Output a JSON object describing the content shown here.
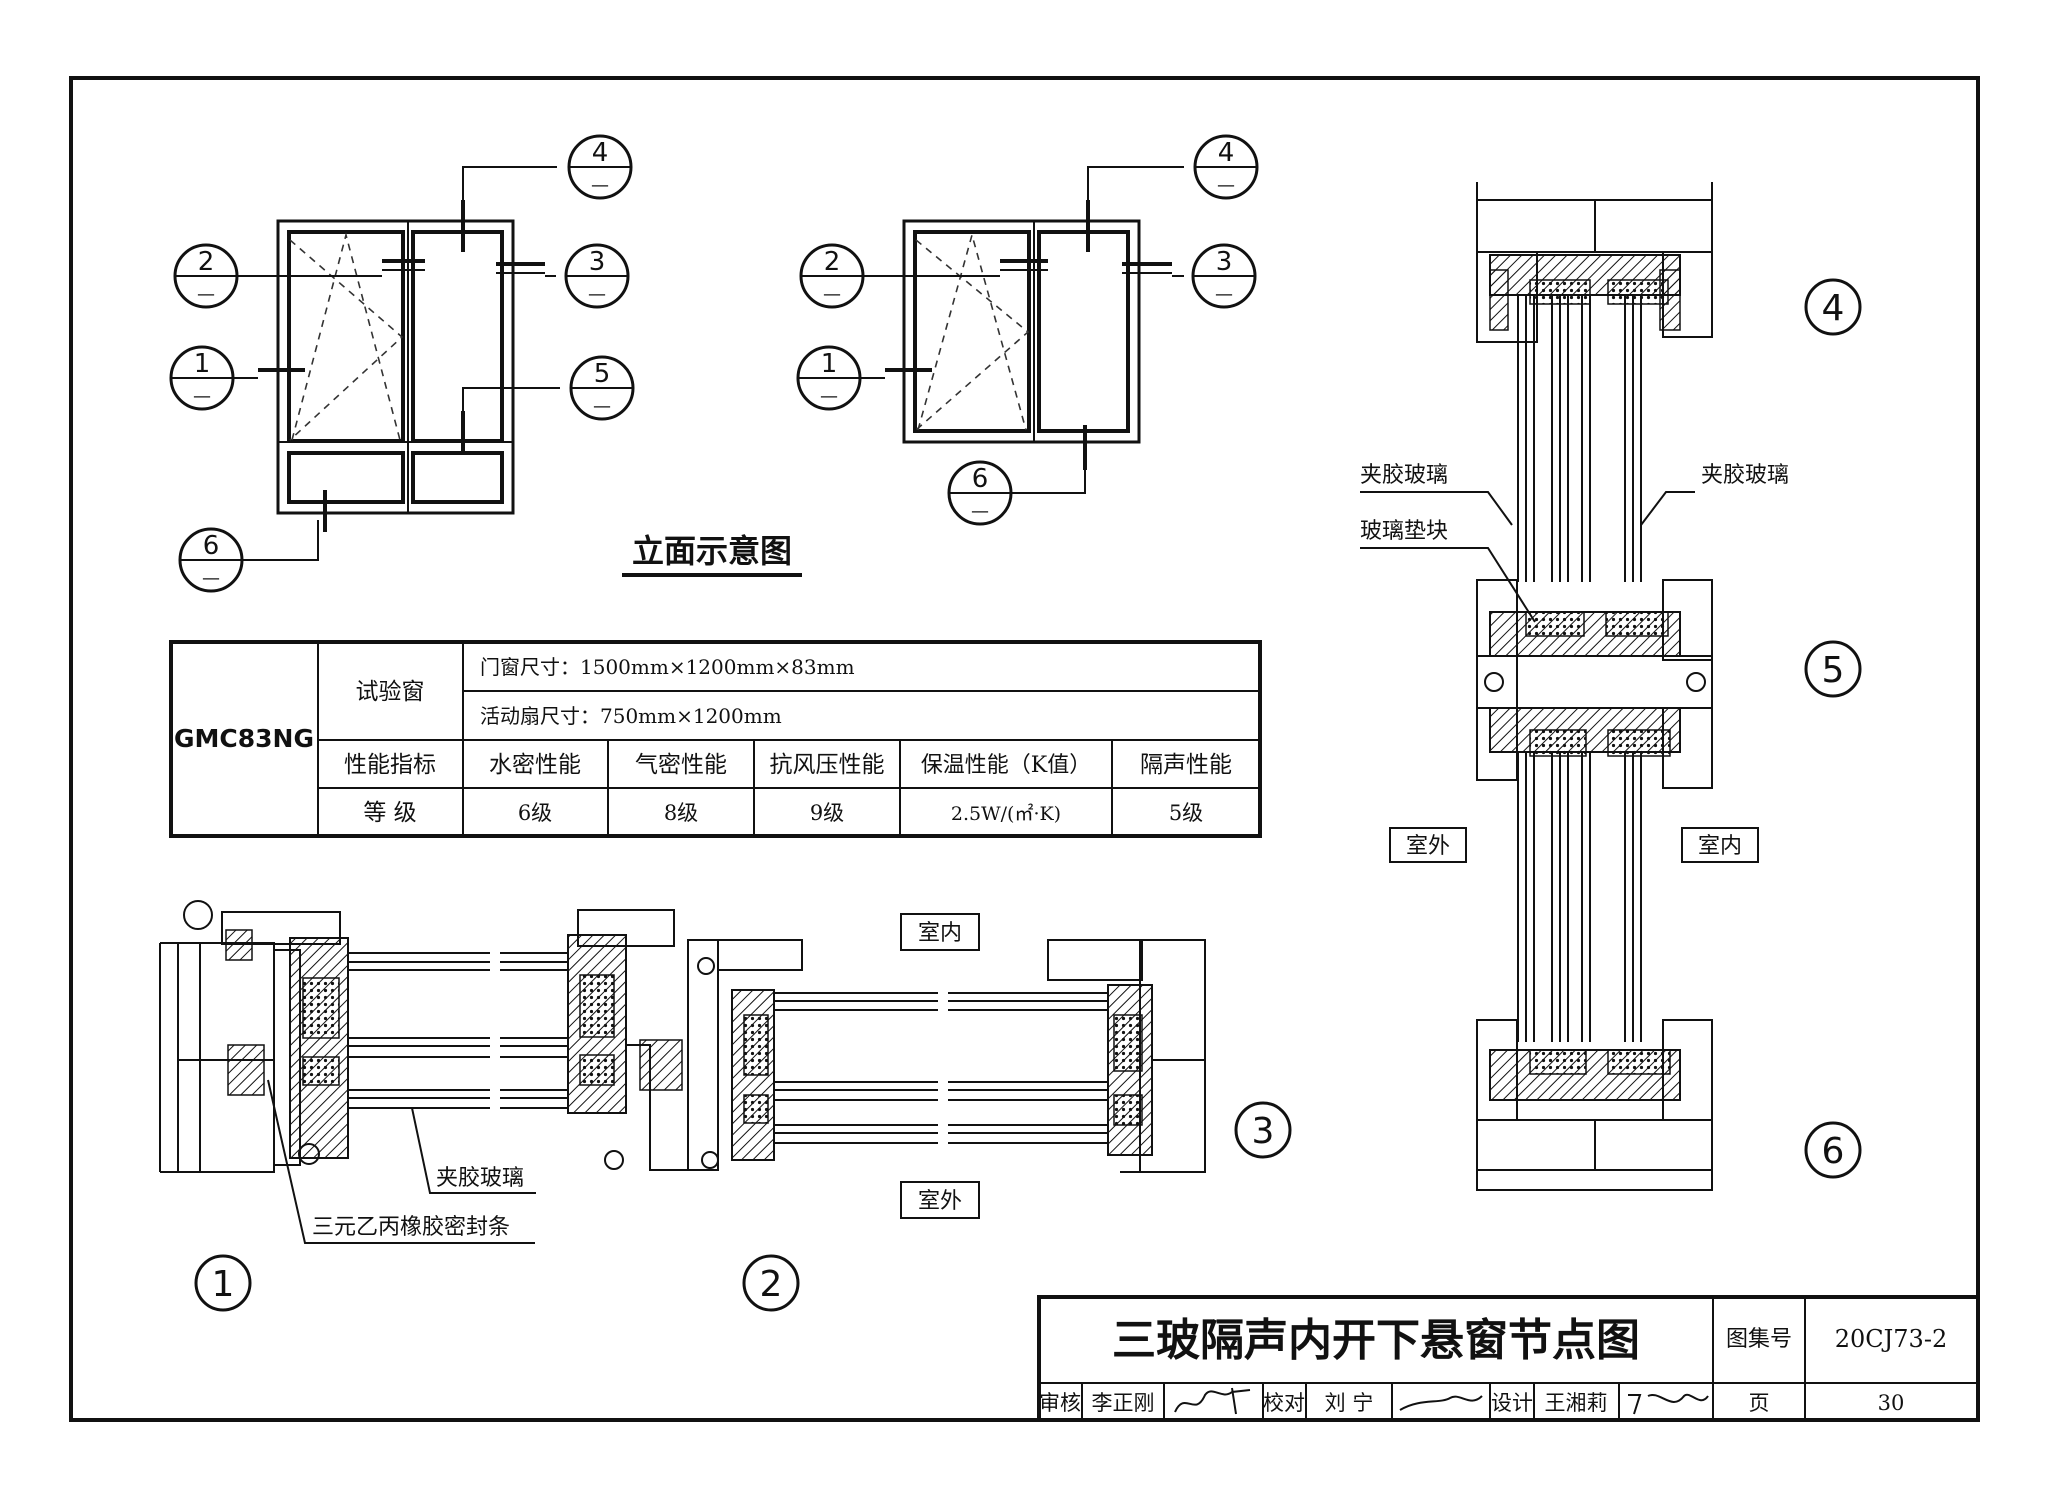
{
  "elevation": {
    "title": "立面示意图",
    "left_markers": [
      {
        "num": "4",
        "sub": "—"
      },
      {
        "num": "2",
        "sub": "—"
      },
      {
        "num": "3",
        "sub": "—"
      },
      {
        "num": "1",
        "sub": "—"
      },
      {
        "num": "5",
        "sub": "—"
      },
      {
        "num": "6",
        "sub": "—"
      }
    ],
    "right_markers": [
      {
        "num": "4",
        "sub": "—"
      },
      {
        "num": "2",
        "sub": "—"
      },
      {
        "num": "3",
        "sub": "—"
      },
      {
        "num": "1",
        "sub": "—"
      },
      {
        "num": "6",
        "sub": "—"
      }
    ]
  },
  "table": {
    "model": "GMC83NG",
    "test_window_label": "试验窗",
    "window_size": "门窗尺寸：1500mm×1200mm×83mm",
    "sash_size": "活动扇尺寸：750mm×1200mm",
    "perf_label": "性能指标",
    "grade_label": "等  级",
    "headers": [
      "水密性能",
      "气密性能",
      "抗风压性能",
      "保温性能（K值）",
      "隔声性能"
    ],
    "grades": [
      "6级",
      "8级",
      "9级",
      "2.5W/(㎡·K)",
      "5级"
    ]
  },
  "details": {
    "d1": "1",
    "d2": "2",
    "d3": "3",
    "d4": "4",
    "d5": "5",
    "d6": "6",
    "indoor": "室内",
    "outdoor": "室外",
    "laminated_glass": "夹胶玻璃",
    "epdm_seal": "三元乙丙橡胶密封条",
    "glass_block": "玻璃垫块"
  },
  "title_block": {
    "title": "三玻隔声内开下悬窗节点图",
    "atlas_label": "图集号",
    "atlas_no": "20CJ73-2",
    "review_label": "审核",
    "reviewer": "李正刚",
    "check_label": "校对",
    "checker": "刘  宁",
    "design_label": "设计",
    "designer": "王湘莉",
    "page_label": "页",
    "page_no": "30"
  },
  "colors": {
    "line": "#111111",
    "background": "#ffffff"
  }
}
